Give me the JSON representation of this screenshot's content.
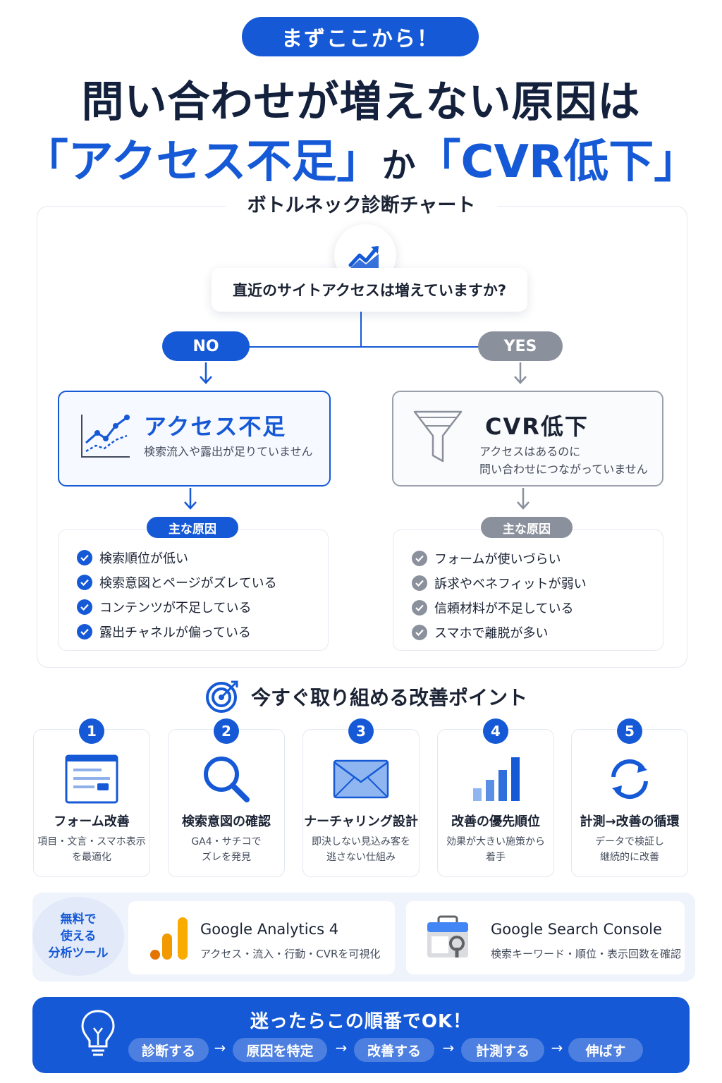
{
  "header": {
    "badge": "まずここから！",
    "headline_line1": "問い合わせが増えない原因は",
    "headline_left": "「アクセス不足」",
    "headline_mid": "か",
    "headline_right": "「CVR低下」"
  },
  "diagnosis": {
    "title": "ボトルネック診断チャート",
    "question": "直近のサイトアクセスは増えていますか?",
    "no_label": "NO",
    "yes_label": "YES",
    "access": {
      "title": "アクセス不足",
      "desc": "検索流入や露出が足りていません",
      "cause_label": "主な原因",
      "causes": [
        "検索順位が低い",
        "検索意図とページがズレている",
        "コンテンツが不足している",
        "露出チャネルが偏っている"
      ]
    },
    "cvr": {
      "title": "CVR低下",
      "desc_line1": "アクセスはあるのに",
      "desc_line2": "問い合わせにつながっていません",
      "cause_label": "主な原因",
      "causes": [
        "フォームが使いづらい",
        "訴求やベネフィットが弱い",
        "信頼材料が不足している",
        "スマホで離脱が多い"
      ]
    }
  },
  "improvements": {
    "title": "今すぐ取り組める改善ポイント",
    "steps": [
      {
        "num": "1",
        "title": "フォーム改善",
        "desc1": "項目・文言・スマホ表示",
        "desc2": "を最適化"
      },
      {
        "num": "2",
        "title": "検索意図の確認",
        "desc1": "GA4・サチコで",
        "desc2": "ズレを発見"
      },
      {
        "num": "3",
        "title": "ナーチャリング設計",
        "desc1": "即決しない見込み客を",
        "desc2": "逃さない仕組み"
      },
      {
        "num": "4",
        "title": "改善の優先順位",
        "desc1": "効果が大きい施策から",
        "desc2": "着手"
      },
      {
        "num": "5",
        "title": "計測→改善の循環",
        "desc1": "データで検証し",
        "desc2": "継続的に改善"
      }
    ]
  },
  "tools": {
    "label_line1": "無料で",
    "label_line2": "使える",
    "label_line3": "分析ツール",
    "ga": {
      "name": "Google Analytics 4",
      "desc": "アクセス・流入・行動・CVRを可視化"
    },
    "gsc": {
      "name": "Google Search Console",
      "desc": "検索キーワード・順位・表示回数を確認"
    }
  },
  "banner": {
    "title": "迷ったらこの順番でOK！",
    "steps": [
      "診断する",
      "原因を特定",
      "改善する",
      "計測する",
      "伸ばす"
    ],
    "arrow": "→"
  },
  "colors": {
    "accent": "#1559d6",
    "gray": "#8a909c",
    "ga_orange": "#f29900",
    "dark": "#14213d"
  }
}
